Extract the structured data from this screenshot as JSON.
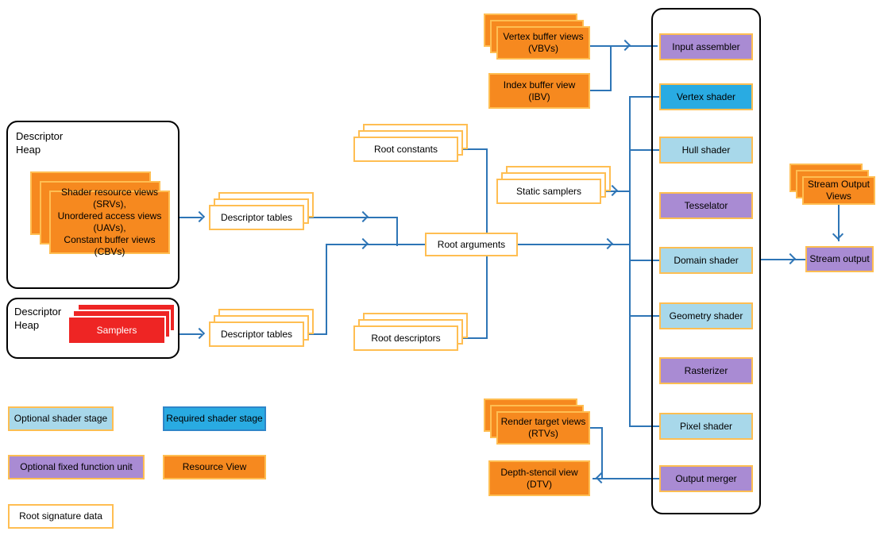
{
  "colors": {
    "resource_orange": "#F6891F",
    "box_border_gold": "#FFBE52",
    "sampler_red": "#EE2524",
    "fixed_function_purple": "#A98BD3",
    "required_shader_cyan": "#29ABE2",
    "optional_shader_blue": "#A8D8EA",
    "connector_blue": "#2E75B6"
  },
  "resources": {
    "vertex_buffer_views": "Vertex buffer views (VBVs)",
    "index_buffer_view": "Index buffer view (IBV)",
    "render_target_views": "Render target views (RTVs)",
    "depth_stencil_view": "Depth-stencil view (DTV)",
    "stream_output_views": "Stream Output Views"
  },
  "heaps": [
    {
      "title": "Descriptor Heap",
      "content": "Shader resource views (SRVs),\nUnordered access views (UAVs),\nConstant buffer views (CBVs)"
    },
    {
      "title": "Descriptor Heap",
      "content": "Samplers"
    }
  ],
  "root_signature": {
    "descriptor_tables_top": "Descriptor tables",
    "descriptor_tables_bottom": "Descriptor tables",
    "root_constants": "Root constants",
    "static_samplers": "Static samplers",
    "root_arguments": "Root arguments",
    "root_descriptors": "Root descriptors"
  },
  "pipeline": {
    "stages": [
      {
        "label": "Input assembler",
        "type": "optional-fixed-function"
      },
      {
        "label": "Vertex shader",
        "type": "required-shader"
      },
      {
        "label": "Hull shader",
        "type": "optional-shader"
      },
      {
        "label": "Tesselator",
        "type": "optional-fixed-function"
      },
      {
        "label": "Domain shader",
        "type": "optional-shader"
      },
      {
        "label": "Geometry shader",
        "type": "optional-shader"
      },
      {
        "label": "Rasterizer",
        "type": "optional-fixed-function"
      },
      {
        "label": "Pixel shader",
        "type": "optional-shader"
      },
      {
        "label": "Output merger",
        "type": "optional-fixed-function"
      }
    ],
    "stream_output": "Stream output"
  },
  "legend": [
    {
      "label": "Optional shader stage"
    },
    {
      "label": "Required shader stage"
    },
    {
      "label": "Optional fixed function unit"
    },
    {
      "label": "Resource View"
    },
    {
      "label": "Root signature data"
    }
  ]
}
